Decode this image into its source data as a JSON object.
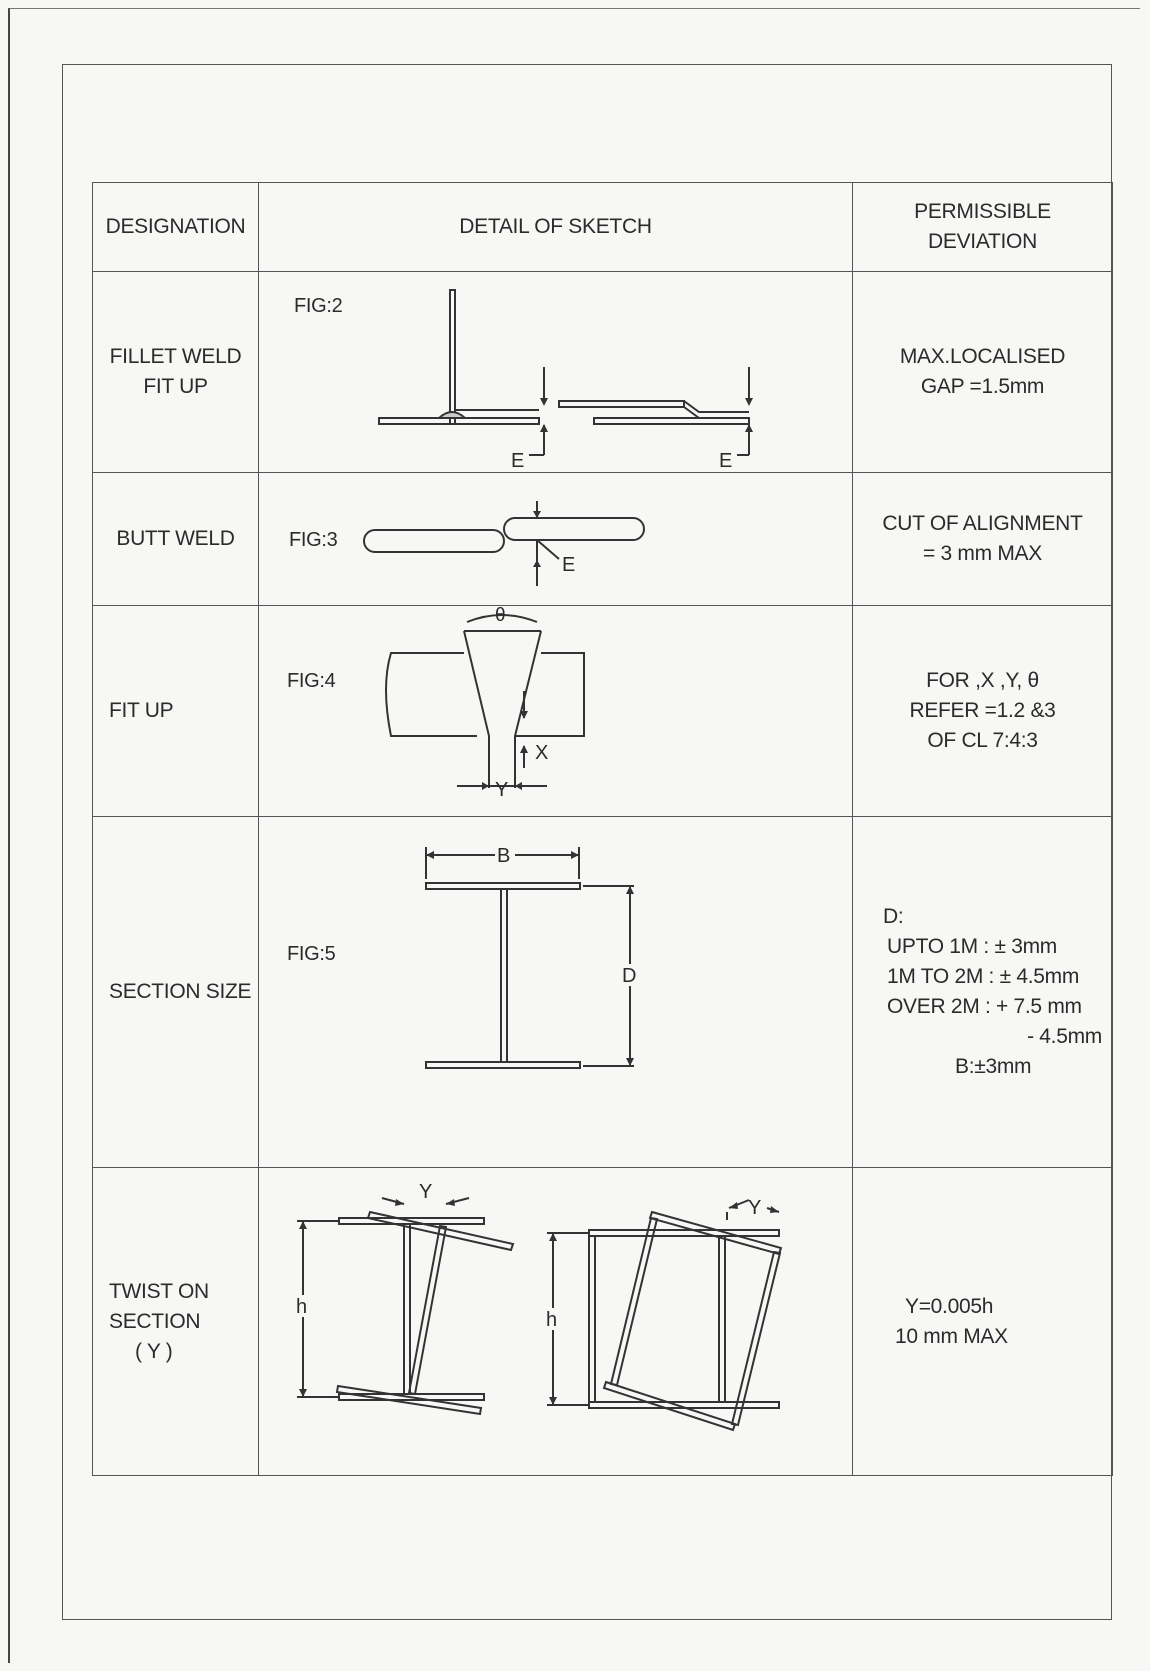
{
  "header": {
    "designation": "DESIGNATION",
    "detail": "DETAIL OF SKETCH",
    "deviation_line1": "PERMISSIBLE",
    "deviation_line2": "DEVIATION"
  },
  "rows": [
    {
      "designation_lines": [
        "FILLET WELD",
        "FIT UP"
      ],
      "fig": "FIG:2",
      "labels": [
        "E",
        "E"
      ],
      "deviation_lines": [
        "MAX.LOCALISED",
        "GAP =1.5mm"
      ]
    },
    {
      "designation_lines": [
        "BUTT WELD"
      ],
      "fig": "FIG:3",
      "labels": [
        "E"
      ],
      "deviation_lines": [
        "CUT OF ALIGNMENT",
        "= 3 mm MAX"
      ]
    },
    {
      "designation_lines": [
        "FIT UP"
      ],
      "fig": "FIG:4",
      "labels": [
        "θ",
        "X",
        "Y"
      ],
      "deviation_lines": [
        "FOR ,X ,Y, θ",
        "REFER =1.2 &3",
        "OF CL 7:4:3"
      ]
    },
    {
      "designation_lines": [
        "SECTION SIZE"
      ],
      "fig": "FIG:5",
      "labels": [
        "B",
        "D"
      ],
      "deviation_lines": [
        "D:",
        "UPTO  1M : ± 3mm",
        "1M TO 2M : ± 4.5mm",
        "OVER 2M  : + 7.5 mm",
        "- 4.5mm",
        "B:±3mm"
      ]
    },
    {
      "designation_lines": [
        "TWIST ON",
        "SECTION",
        "( Y )"
      ],
      "fig": "",
      "labels": [
        "Y",
        "h",
        "Y",
        "h"
      ],
      "deviation_lines": [
        "Y=0.005h",
        "10 mm MAX"
      ]
    }
  ]
}
